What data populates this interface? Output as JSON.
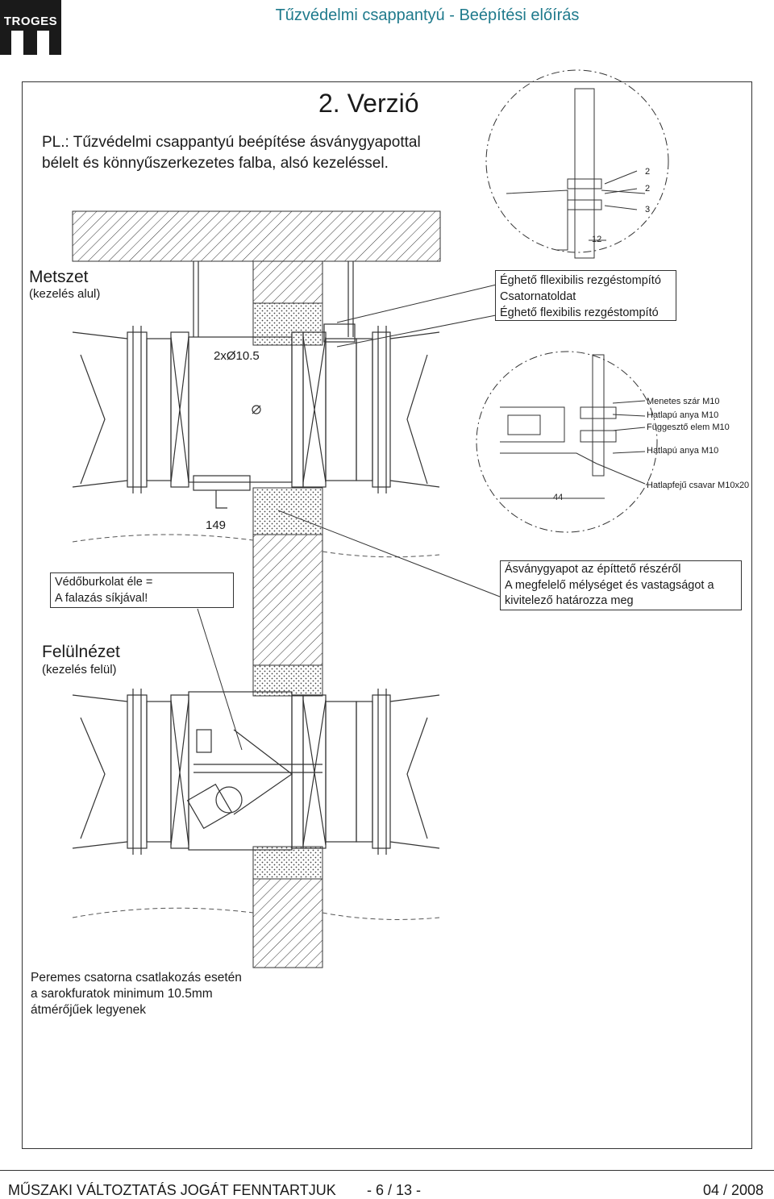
{
  "header": {
    "logo_text": "TROGES",
    "title": "Tűzvédelmi csappantyú - Beépítési előírás"
  },
  "version": "2. Verzió",
  "intro": {
    "line1": "PL.: Tűzvédelmi csappantyú beépítése ásványgyapottal",
    "line2": "bélelt és könnyűszerkezetes falba, alsó kezeléssel."
  },
  "section_metszet": {
    "title": "Metszet",
    "subtitle": "(kezelés alul)"
  },
  "section_felulnezet": {
    "title": "Felülnézet",
    "subtitle": "(kezelés felül)"
  },
  "callout_top": {
    "line1": "Éghető fllexibilis rezgéstompító",
    "line2": "Csatornatoldat",
    "line3": "Éghető flexibilis rezgéstompító"
  },
  "labels": {
    "hole": "2xØ10.5",
    "dim_149": "149",
    "dim_44": "44",
    "dim_12": "12",
    "idx_2a": "2",
    "idx_2b": "2",
    "idx_3": "3"
  },
  "detail_labels": {
    "menetes": "Menetes szár M10",
    "hatlapu1": "Hatlapú anya M10",
    "fuggeszto": "Függesztő elem M10",
    "hatlapu2": "Hatlapú anya M10",
    "hatlapfeju": "Hatlapfejű csavar M10x20"
  },
  "callout_vedo": {
    "line1": "Védőburkolat éle =",
    "line2": "A falazás síkjával!"
  },
  "callout_asvany": {
    "line1": "Ásványgyapot az építtető részéről",
    "line2": "A megfelelő mélységet és vastagságot a",
    "line3": "kivitelező határozza meg"
  },
  "note": {
    "line1": "Peremes csatorna csatlakozás esetén",
    "line2": "a sarokfuratok minimum 10.5mm",
    "line3": "átmérőjűek legyenek"
  },
  "footer": {
    "left": "MŰSZAKI VÁLTOZTATÁS JOGÁT FENNTARTJUK",
    "center": "- 6 / 13 -",
    "right": "04 / 2008"
  }
}
